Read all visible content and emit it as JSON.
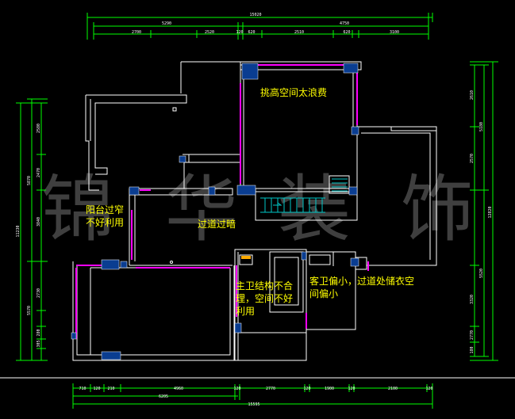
{
  "watermark": [
    "锦",
    "华",
    "装",
    "饰"
  ],
  "annotations": {
    "tall_space": "挑高空间太浪费",
    "balcony": [
      "阳台过窄",
      "不好利用"
    ],
    "corridor": "过道过暗",
    "master_bath": [
      "主卫结构不合",
      "理，空间不好",
      "利用"
    ],
    "guest_bath": [
      "客卫偏小，过道处储衣空",
      "间偏小"
    ]
  },
  "dimensions": {
    "top_total": "15020",
    "top_upper": [
      "5290",
      "4750"
    ],
    "top_lower": [
      "2700",
      "2520",
      "120",
      "620",
      "2510",
      "620",
      "3100"
    ],
    "bottom_upper": [
      "710",
      "120",
      "210",
      "4960",
      "120",
      "2770",
      "120",
      "1900",
      "120",
      "2100",
      "120"
    ],
    "bottom_lower": [
      "6205"
    ],
    "bottom_total": "15595",
    "left_outer": "11230",
    "left_mid": [
      "5870",
      "5570"
    ],
    "left_inner": [
      "2580",
      "2470",
      "3840",
      "2730",
      "280",
      "305"
    ],
    "right_outer": "12820",
    "right_mid": [
      "5180",
      "5520"
    ],
    "right_inner": [
      "2610",
      "2570",
      "3320",
      "2770",
      "180"
    ]
  },
  "colors": {
    "wall": "#ffffff",
    "window": "#ff00ff",
    "column": "#0a3d91",
    "dimension": "#00ff00",
    "stair": "#00c8c8",
    "annotation": "#ffff00",
    "watermark": "#8c8c8c"
  }
}
